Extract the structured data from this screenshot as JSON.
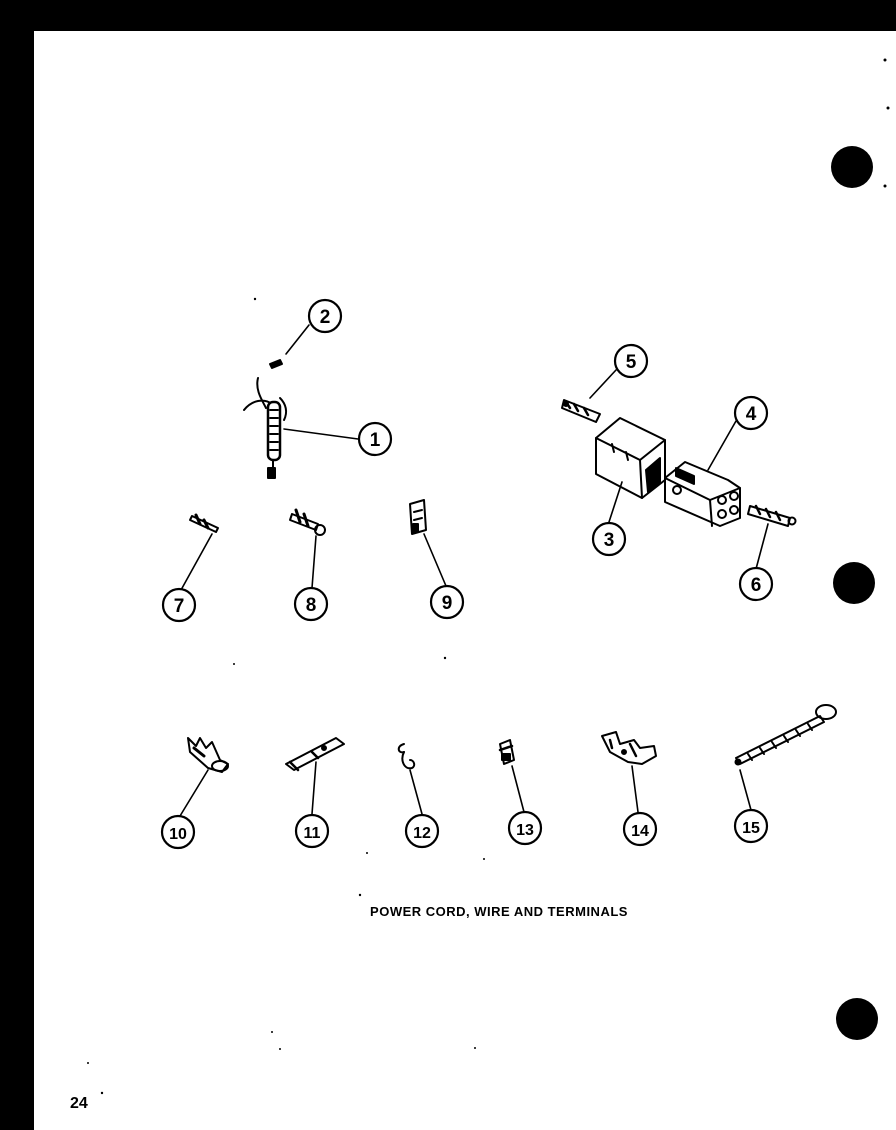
{
  "diagram": {
    "title": "POWER CORD, WIRE AND TERMINALS",
    "page_number": "24",
    "callouts": [
      "1",
      "2",
      "3",
      "4",
      "5",
      "6",
      "7",
      "8",
      "9",
      "10",
      "11",
      "12",
      "13",
      "14",
      "15"
    ]
  },
  "colors": {
    "ink": "#000000",
    "paper": "#ffffff",
    "frame": "#000000"
  }
}
